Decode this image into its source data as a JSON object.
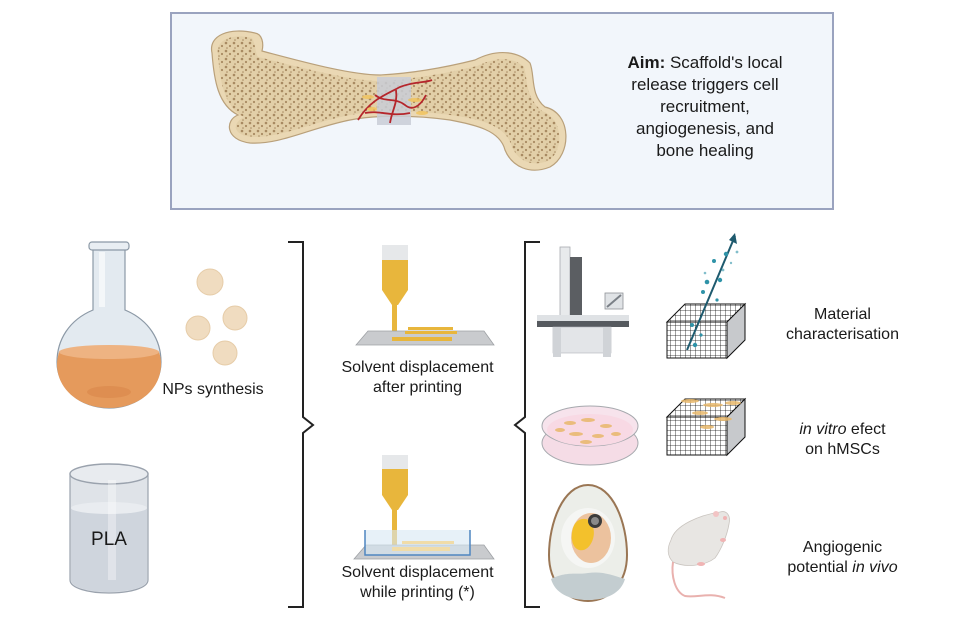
{
  "aim": {
    "label_bold": "Aim:",
    "text_line1": " Scaffold's local",
    "text_line2": "release triggers cell",
    "text_line3": "recruitment,",
    "text_line4": "angiogenesis, and",
    "text_line5": "bone healing"
  },
  "inputs": {
    "nps_label": "NPs synthesis",
    "pla_label": "PLA"
  },
  "printing": {
    "after_line1": "Solvent displacement",
    "after_line2": "after printing",
    "while_line1": "Solvent displacement",
    "while_line2": "while printing (*)"
  },
  "evaluation": {
    "material_line1": "Material",
    "material_line2": "characterisation",
    "invitro_italic": "in vitro",
    "invitro_rest": " efect",
    "invitro_line2": "on hMSCs",
    "invivo_line1": "Angiogenic",
    "invivo_line2_plain": "potential ",
    "invivo_line2_italic": "in vivo"
  },
  "colors": {
    "box_bg": "#f2f6fb",
    "box_border": "#9aa3bf",
    "bone": "#ead8b4",
    "bone_spongy": "#a88a62",
    "flask_liquid": "#e59a5c",
    "nanoparticle": "#f0dcc0",
    "ink": "#e8b63c",
    "vessel": "#b5262c",
    "particle": "#2f93a8",
    "bracket": "#222222"
  }
}
